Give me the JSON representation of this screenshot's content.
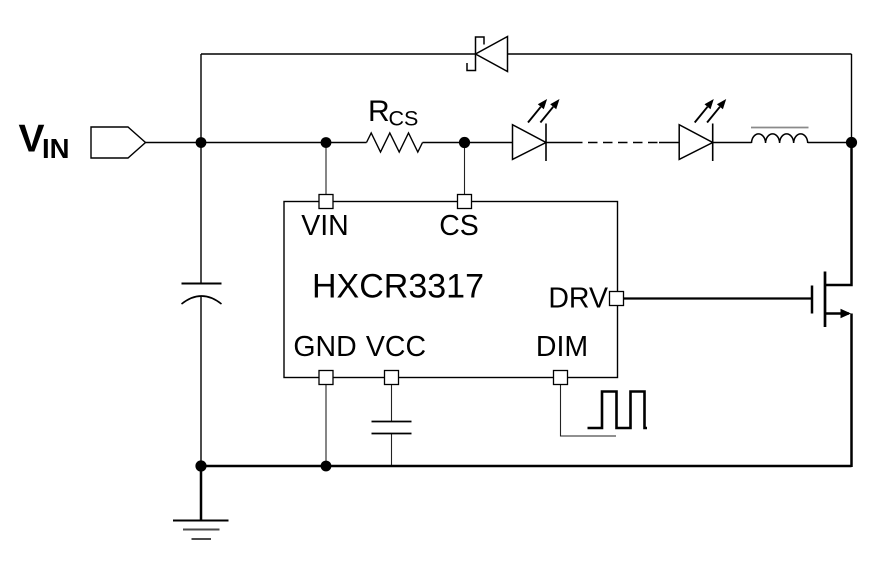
{
  "colors": {
    "background": "#ffffff",
    "line": "#000000",
    "inductor_core": "#8a8a8a"
  },
  "diagram": {
    "kind": "circuit-schematic",
    "ic": {
      "name": "HXCR3317",
      "pins": [
        "VIN",
        "CS",
        "DRV",
        "GND",
        "VCC",
        "DIM"
      ]
    },
    "labels": {
      "vin_main": "V",
      "vin_sub": "IN",
      "rcs_main": "R",
      "rcs_sub": "CS",
      "ic_name": "HXCR3317",
      "pin_vin": "VIN",
      "pin_cs": "CS",
      "pin_drv": "DRV",
      "pin_gnd": "GND",
      "pin_vcc": "VCC",
      "pin_dim": "DIM"
    },
    "components": [
      "vin-input-terminal",
      "input-capacitor",
      "freewheeling-schottky-diode",
      "current-sense-resistor",
      "led-string",
      "inductor",
      "nmos-switch",
      "vcc-capacitor",
      "pwm-dimming-waveform",
      "ground"
    ]
  }
}
